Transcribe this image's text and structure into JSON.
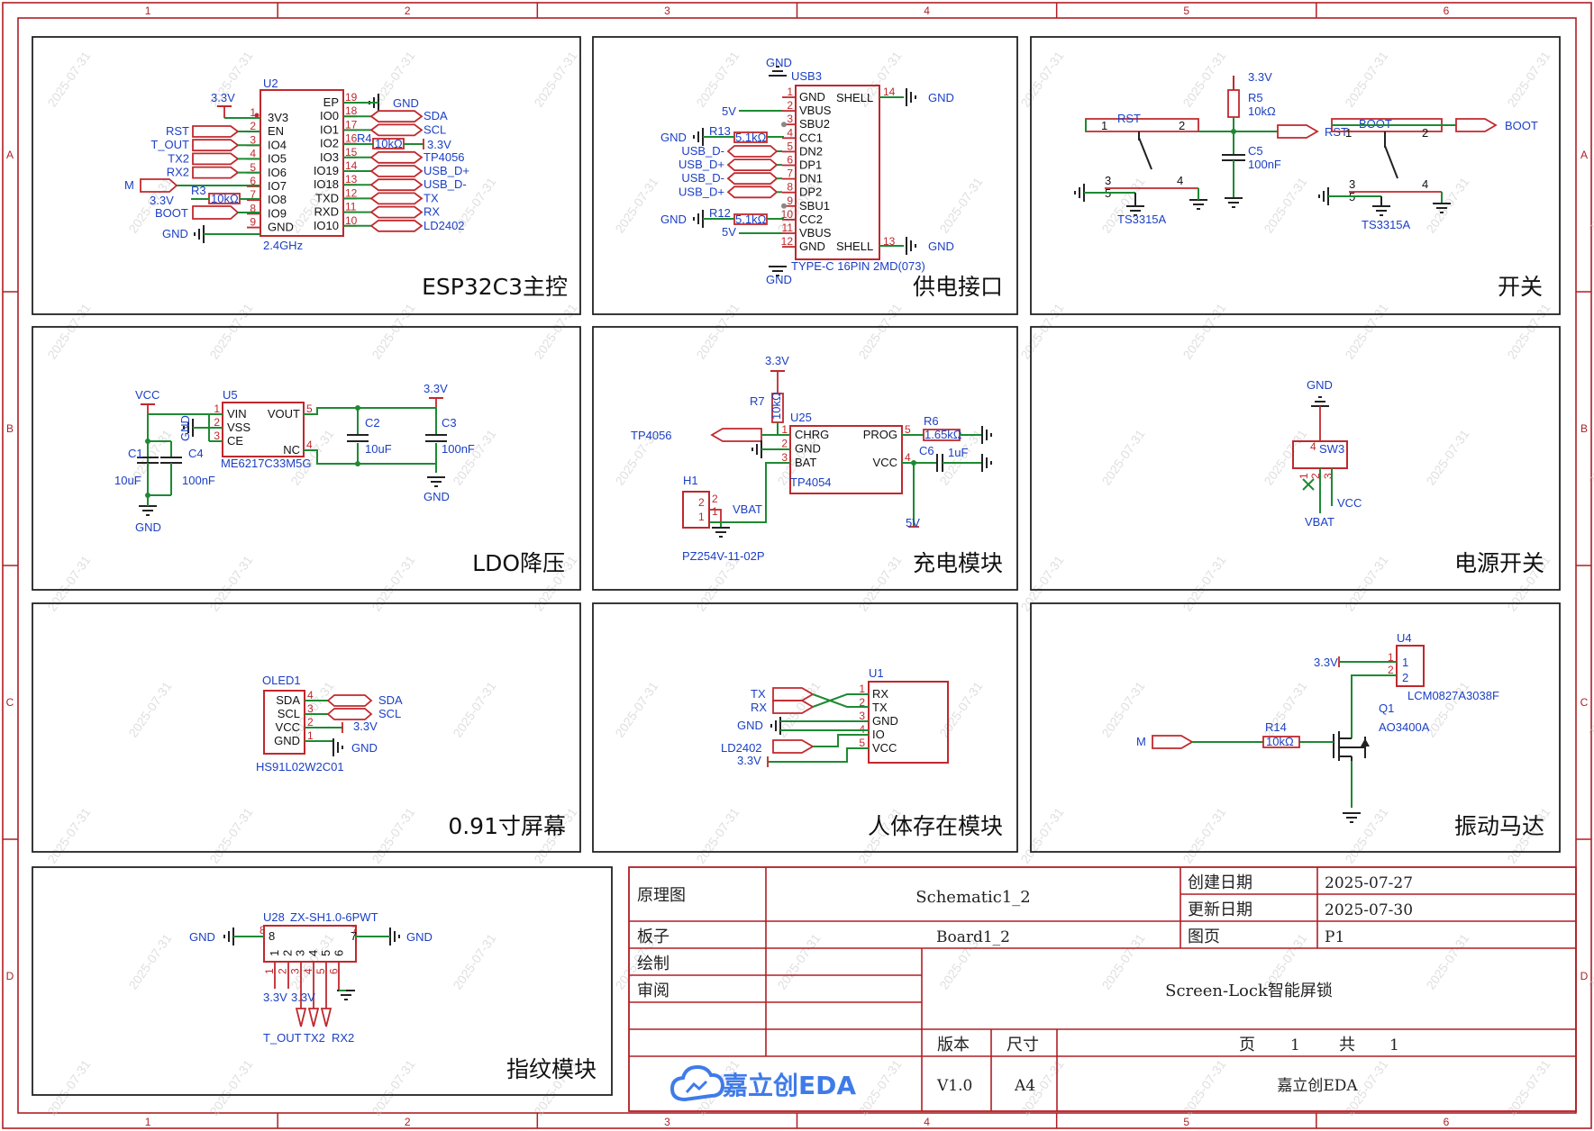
{
  "ruler": {
    "cols": [
      "1",
      "2",
      "3",
      "4",
      "5",
      "6"
    ],
    "rows": [
      "A",
      "B",
      "C",
      "D"
    ]
  },
  "panels": {
    "esp32": {
      "title": "ESP32C3主控",
      "ref": "U2",
      "value": "2.4GHz",
      "left_pins": [
        {
          "num": "1",
          "name": "3V3"
        },
        {
          "num": "2",
          "name": "EN"
        },
        {
          "num": "3",
          "name": "IO4"
        },
        {
          "num": "4",
          "name": "IO5"
        },
        {
          "num": "5",
          "name": "IO6"
        },
        {
          "num": "6",
          "name": "IO7"
        },
        {
          "num": "7",
          "name": "IO8"
        },
        {
          "num": "8",
          "name": "IO9"
        },
        {
          "num": "9",
          "name": "GND"
        }
      ],
      "right_pins": [
        {
          "num": "19",
          "name": "EP"
        },
        {
          "num": "18",
          "name": "IO0"
        },
        {
          "num": "17",
          "name": "IO1"
        },
        {
          "num": "16",
          "name": "IO2"
        },
        {
          "num": "15",
          "name": "IO3"
        },
        {
          "num": "14",
          "name": "IO19"
        },
        {
          "num": "13",
          "name": "IO18"
        },
        {
          "num": "12",
          "name": "TXD"
        },
        {
          "num": "11",
          "name": "RXD"
        },
        {
          "num": "10",
          "name": "IO10"
        }
      ],
      "left_nets": [
        "RST",
        "T_OUT",
        "TX2",
        "RX2"
      ],
      "right_nets": [
        "SDA",
        "SCL",
        "TP4056",
        "USB_D+",
        "USB_D-",
        "TX",
        "RX",
        "LD2402"
      ],
      "pwr": "3.3V",
      "gnd": "GND",
      "m_net": "M",
      "boot_net": "BOOT",
      "r3": "R3",
      "r3_val": "10kΩ",
      "r4": "R4",
      "r4_val": "10kΩ"
    },
    "usb": {
      "title": "供电接口",
      "ref": "USB3",
      "value": "TYPE-C 16PIN 2MD(073)",
      "pins": [
        {
          "num": "1",
          "name": "GND"
        },
        {
          "num": "2",
          "name": "VBUS"
        },
        {
          "num": "3",
          "name": "SBU2"
        },
        {
          "num": "4",
          "name": "CC1"
        },
        {
          "num": "5",
          "name": "DN2"
        },
        {
          "num": "6",
          "name": "DP1"
        },
        {
          "num": "7",
          "name": "DN1"
        },
        {
          "num": "8",
          "name": "DP2"
        },
        {
          "num": "9",
          "name": "SBU1"
        },
        {
          "num": "10",
          "name": "CC2"
        },
        {
          "num": "11",
          "name": "VBUS"
        },
        {
          "num": "12",
          "name": "GND"
        }
      ],
      "shell": "SHELL",
      "shell_top": "14",
      "shell_bot": "13",
      "nets": [
        "USB_D-",
        "USB_D+",
        "USB_D-",
        "USB_D+"
      ],
      "v5": "5V",
      "gnd": "GND",
      "r13": "R13",
      "r12": "R12",
      "r_val": "5.1kΩ"
    },
    "switch": {
      "title": "开关",
      "rst": "RST",
      "boot": "BOOT",
      "sw_part": "TS3315A",
      "r5": "R5",
      "r5_val": "10kΩ",
      "c5": "C5",
      "c5_val": "100nF",
      "pwr": "3.3V",
      "p1": "1",
      "p2": "2",
      "p3": "3",
      "p4": "4",
      "p5": "5"
    },
    "ldo": {
      "title": "LDO降压",
      "ref": "U5",
      "value": "ME6217C33M5G",
      "pins_left": [
        {
          "num": "1",
          "name": "VIN"
        },
        {
          "num": "2",
          "name": "VSS"
        },
        {
          "num": "3",
          "name": "CE"
        }
      ],
      "pins_right": [
        {
          "num": "5",
          "name": "VOUT"
        },
        {
          "num": "4",
          "name": "NC"
        }
      ],
      "vcc": "VCC",
      "v33": "3.3V",
      "gnd": "GND",
      "c1": "C1",
      "c1_val": "10uF",
      "c4": "C4",
      "c4_val": "100nF",
      "c2": "C2",
      "c2_val": "10uF",
      "c3": "C3",
      "c3_val": "100nF"
    },
    "charge": {
      "title": "充电模块",
      "ref": "U25",
      "value": "TP4054",
      "pins_left": [
        {
          "num": "1",
          "name": "CHRG"
        },
        {
          "num": "2",
          "name": "GND"
        },
        {
          "num": "3",
          "name": "BAT"
        }
      ],
      "pins_right": [
        {
          "num": "5",
          "name": "PROG"
        },
        {
          "num": "4",
          "name": "VCC"
        }
      ],
      "r7": "R7",
      "r7_val": "10kΩ",
      "r6": "R6",
      "r6_val": "1.65kΩ",
      "c6": "C6",
      "c6_val": "1uF",
      "v33": "3.3V",
      "v5": "5V",
      "tp": "TP4056",
      "vbat": "VBAT",
      "h1": "H1",
      "h1_val": "PZ254V-11-02P",
      "h_p1": "1",
      "h_p2": "2"
    },
    "power": {
      "title": "电源开关",
      "ref": "SW3",
      "gnd": "GND",
      "vcc": "VCC",
      "vbat": "VBAT",
      "p1": "1",
      "p2": "2",
      "p3": "3",
      "p4": "4"
    },
    "oled": {
      "title": "0.91寸屏幕",
      "ref": "OLED1",
      "value": "HS91L02W2C01",
      "pins": [
        {
          "num": "4",
          "name": "SDA"
        },
        {
          "num": "3",
          "name": "SCL"
        },
        {
          "num": "2",
          "name": "VCC"
        },
        {
          "num": "1",
          "name": "GND"
        }
      ],
      "nets": [
        "SDA",
        "SCL"
      ],
      "v33": "3.3V",
      "gnd": "GND"
    },
    "presence": {
      "title": "人体存在模块",
      "ref": "U1",
      "pins": [
        {
          "num": "1",
          "name": "RX"
        },
        {
          "num": "2",
          "name": "TX"
        },
        {
          "num": "3",
          "name": "GND"
        },
        {
          "num": "4",
          "name": "IO"
        },
        {
          "num": "5",
          "name": "VCC"
        }
      ],
      "nets": [
        "TX",
        "RX",
        "GND",
        "LD2402",
        "3.3V"
      ]
    },
    "motor": {
      "title": "振动马达",
      "ref": "U4",
      "value": "LCM0827A3038F",
      "q": "Q1",
      "q_val": "AO3400A",
      "r14": "R14",
      "r14_val": "10kΩ",
      "m_net": "M",
      "v33": "3.3V",
      "p1": "1",
      "p2": "2"
    },
    "finger": {
      "title": "指纹模块",
      "ref": "U28",
      "value": "ZX-SH1.0-6PWT",
      "gnd": "GND",
      "p7": "7",
      "p8": "8",
      "pins": [
        "1",
        "2",
        "3",
        "4",
        "5",
        "6"
      ],
      "v33": "3.3V",
      "nets": [
        "T_OUT",
        "TX2",
        "RX2"
      ]
    }
  },
  "title_block": {
    "schematic_label": "原理图",
    "schematic": "Schematic1_2",
    "created_label": "创建日期",
    "created": "2025-07-27",
    "updated_label": "更新日期",
    "updated": "2025-07-30",
    "board_label": "板子",
    "board": "Board1_2",
    "sheet_label": "图页",
    "sheet": "P1",
    "drawn_label": "绘制",
    "review_label": "审阅",
    "project": "Screen-Lock智能屏锁",
    "version_label": "版本",
    "size_label": "尺寸",
    "page_label": "页",
    "page": "1",
    "total_label": "共",
    "total": "1",
    "version": "V1.0",
    "size": "A4",
    "company": "嘉立创EDA",
    "logo_text": "嘉立创EDA"
  },
  "watermark": "2025-07-31"
}
